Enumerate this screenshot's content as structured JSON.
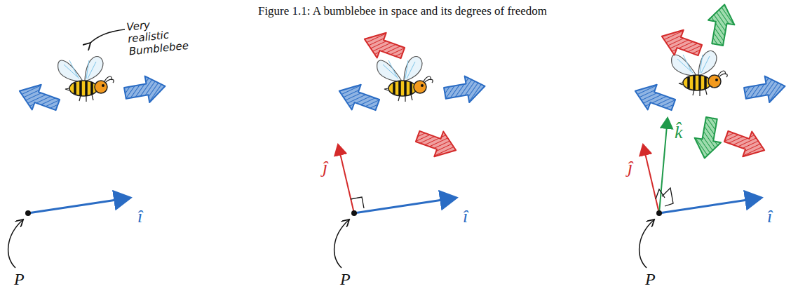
{
  "diagram": {
    "title": "Figure 1.1: A bumblebee in space and its degrees of freedom",
    "labels": [
      "Very realistic Bumblebee",
      "P",
      "î",
      "P",
      "ĵ",
      "î",
      "P",
      "ĵ",
      "k̂",
      "î"
    ]
  }
}
